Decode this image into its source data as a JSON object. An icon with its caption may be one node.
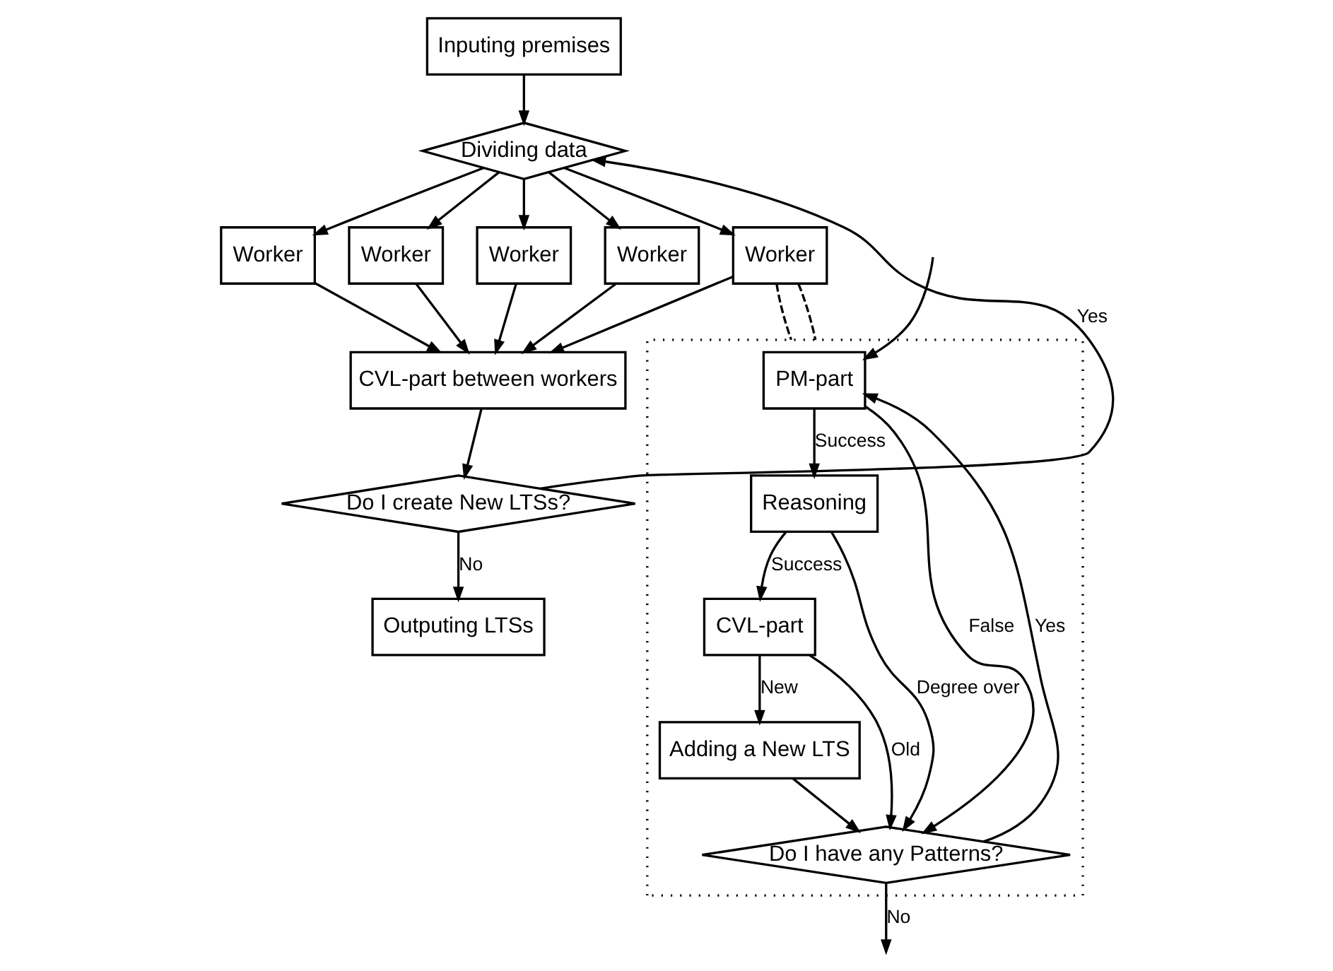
{
  "diagram": {
    "nodes": [
      {
        "text": [
          "Inputing premises"
        ]
      },
      {
        "text": [
          "Dividing data"
        ]
      },
      {
        "text": [
          "Worker"
        ]
      },
      {
        "text": [
          "Worker"
        ]
      },
      {
        "text": [
          "Worker"
        ]
      },
      {
        "text": [
          "Worker"
        ]
      },
      {
        "text": [
          "Worker"
        ]
      },
      {
        "text": [
          "CVL-part between workers"
        ]
      },
      {
        "text": [
          "Do I create New LTSs?"
        ]
      },
      {
        "text": [
          "Outputing LTSs"
        ]
      },
      {
        "text": [],
        "shape": "box"
      },
      {
        "text": [
          "PM-part"
        ],
        "in": 10
      },
      {
        "text": [
          "Reasoning"
        ],
        "in": 10
      },
      {
        "text": [
          "CVL-part"
        ],
        "in": 10
      },
      {
        "text": [
          "Adding a New LTS"
        ],
        "in": 10
      },
      {
        "text": [
          "Do I have any Patterns?"
        ],
        "in": 10
      }
    ],
    "edges": [
      {
        "from": 0,
        "to": 1,
        "arrow": "to"
      },
      {
        "from": 1,
        "to": 2,
        "arrow": "to"
      },
      {
        "from": 1,
        "to": 3,
        "arrow": "to"
      },
      {
        "from": 1,
        "to": 4,
        "arrow": "to"
      },
      {
        "from": 1,
        "to": 5,
        "arrow": "to"
      },
      {
        "from": 1,
        "to": 6,
        "arrow": "to"
      },
      {
        "from": 2,
        "to": 7,
        "arrow": "to"
      },
      {
        "from": 3,
        "to": 7,
        "arrow": "to"
      },
      {
        "from": 4,
        "to": 7,
        "arrow": "to"
      },
      {
        "from": 5,
        "to": 7,
        "arrow": "to"
      },
      {
        "from": 6,
        "to": 7,
        "arrow": "to"
      },
      {
        "from": 7,
        "to": 8,
        "arrow": "to"
      },
      {
        "from": 8,
        "to": 1,
        "arrow": "to",
        "label": "Yes"
      },
      {
        "from": 8,
        "to": 9,
        "arrow": "to",
        "label": "No"
      },
      {
        "from": 6,
        "to": 10,
        "arrow": "none",
        "style": "dashed"
      },
      {
        "from": 6,
        "to": 10,
        "arrow": "none",
        "style": "dashed"
      },
      {
        "from": null,
        "to": 11,
        "arrow": "to"
      },
      {
        "from": 11,
        "to": 12,
        "arrow": "to",
        "label": "Success"
      },
      {
        "from": 12,
        "to": 13,
        "arrow": "to",
        "label": "Success"
      },
      {
        "from": 13,
        "to": 14,
        "arrow": "to",
        "label": "New"
      },
      {
        "from": 14,
        "to": 15,
        "arrow": "to"
      },
      {
        "from": 15,
        "to": 11,
        "arrow": "to",
        "label": "Yes"
      },
      {
        "from": 15,
        "to": null,
        "arrow": "to",
        "label": "No"
      },
      {
        "from": 11,
        "to": 15,
        "arrow": "to",
        "label": "False"
      },
      {
        "from": 12,
        "to": 15,
        "arrow": "to",
        "label": "Degree over"
      },
      {
        "from": 13,
        "to": 15,
        "arrow": "to",
        "label": "Old"
      }
    ]
  }
}
